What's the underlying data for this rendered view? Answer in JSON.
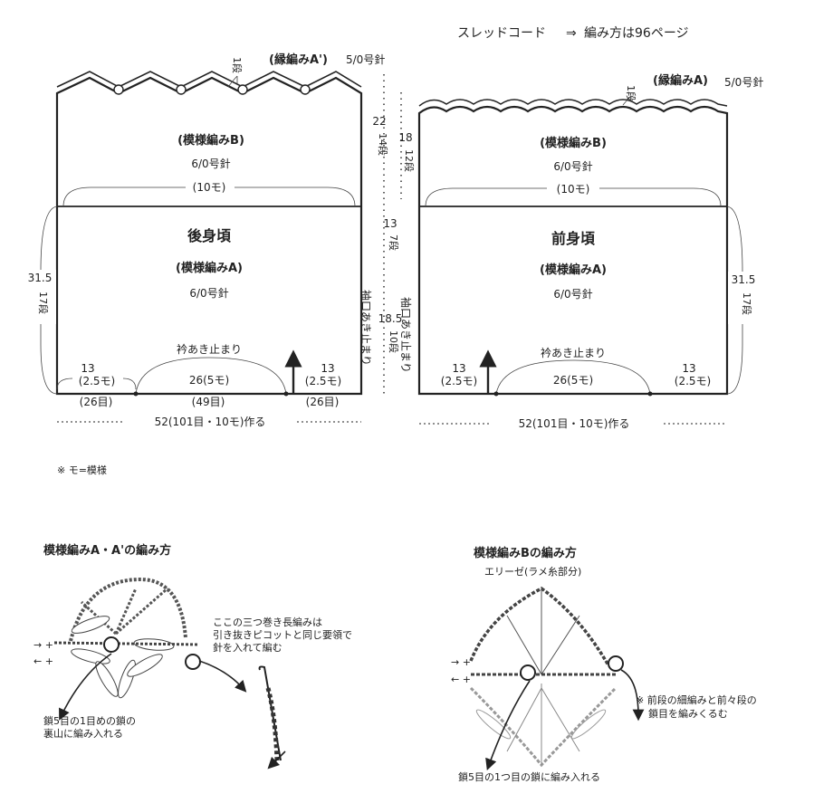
{
  "header": {
    "thread": "スレッドコード",
    "arrow": "⇒",
    "ref": "編み方は96ページ"
  },
  "back": {
    "edging": {
      "rows": "1段",
      "name": "(縁編みA')",
      "needle": "5/0号針"
    },
    "patternB": {
      "name": "(模様編みB)",
      "needle": "6/0号針",
      "mo": "(10モ)"
    },
    "title": "後身頃",
    "patternA": {
      "name": "(模様編みA)",
      "needle": "6/0号針"
    },
    "side": {
      "cm": "31.5",
      "rows": "17段"
    },
    "upper": {
      "cm": "22",
      "rows": "14段"
    },
    "mid": {
      "cm": "13",
      "rows": "7段"
    },
    "low": {
      "cm": "18.5",
      "rows": "10段"
    },
    "sleeve": "袖口あき止まり",
    "neck": "衿あき止まり",
    "shoulderL": {
      "cm": "13",
      "mo": "(2.5モ)",
      "st": "(26目)"
    },
    "neckW": {
      "label": "26(5モ)",
      "st": "(49目)"
    },
    "shoulderR": {
      "cm": "13",
      "mo": "(2.5モ)",
      "st": "(26目)"
    },
    "cast": "52(101目・10モ)作る"
  },
  "front": {
    "edging": {
      "rows": "1段",
      "name": "(縁編みA)",
      "needle": "5/0号針"
    },
    "patternB": {
      "name": "(模様編みB)",
      "needle": "6/0号針",
      "mo": "(10モ)"
    },
    "title": "前身頃",
    "patternA": {
      "name": "(模様編みA)",
      "needle": "6/0号針"
    },
    "upper": {
      "cm": "18",
      "rows": "12段"
    },
    "side": {
      "cm": "31.5",
      "rows": "17段"
    },
    "sleeve": "袖口あき止まり",
    "neck": "衿あき止まり",
    "shoulderL": {
      "cm": "13",
      "mo": "(2.5モ)"
    },
    "neckW": "26(5モ)",
    "shoulderR": {
      "cm": "13",
      "mo": "(2.5モ)"
    },
    "cast": "52(101目・10モ)作る"
  },
  "note": "※ モ=模様",
  "diagramA": {
    "title": "模様編みA・A'の編み方",
    "noteTop": [
      "ここの三つ巻き長編みは",
      "引き抜きピコットと同じ要領で",
      "針を入れて編む"
    ],
    "noteBottom": [
      "鎖5目の1目めの鎖の",
      "裏山に編み入れる"
    ]
  },
  "diagramB": {
    "title": "模様編みBの編み方",
    "subtitle": "エリーゼ(ラメ糸部分)",
    "noteRight": [
      "※ 前段の細編みと前々段の",
      "鎖目を編みくるむ"
    ],
    "noteBottom": "鎖5目の1つ目の鎖に編み入れる"
  }
}
